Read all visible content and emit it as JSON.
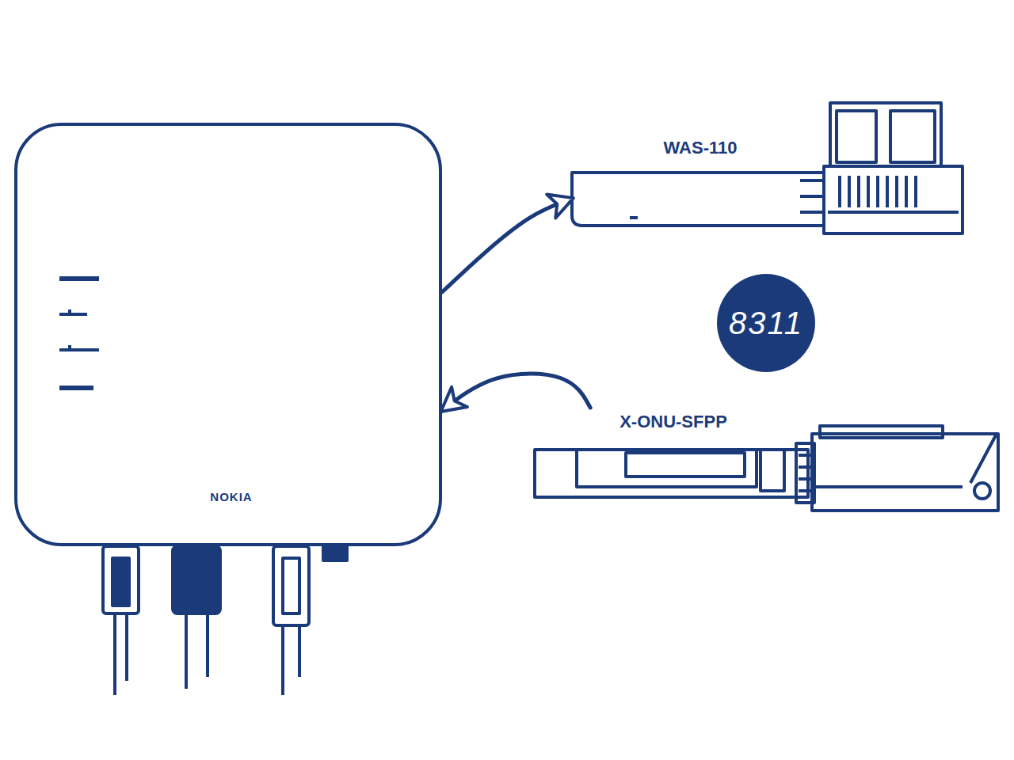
{
  "diagram": {
    "nodes": [
      {
        "text": [
          "NOKIA"
        ]
      },
      {
        "text": [
          "WAS-110"
        ]
      },
      {
        "text": [
          "8311"
        ]
      },
      {
        "text": [
          "X-ONU-SFPP"
        ]
      }
    ],
    "edges": [
      {
        "from": 0,
        "to": 1,
        "arrow": "to"
      },
      {
        "from": 3,
        "to": 0,
        "arrow": "to"
      }
    ]
  }
}
